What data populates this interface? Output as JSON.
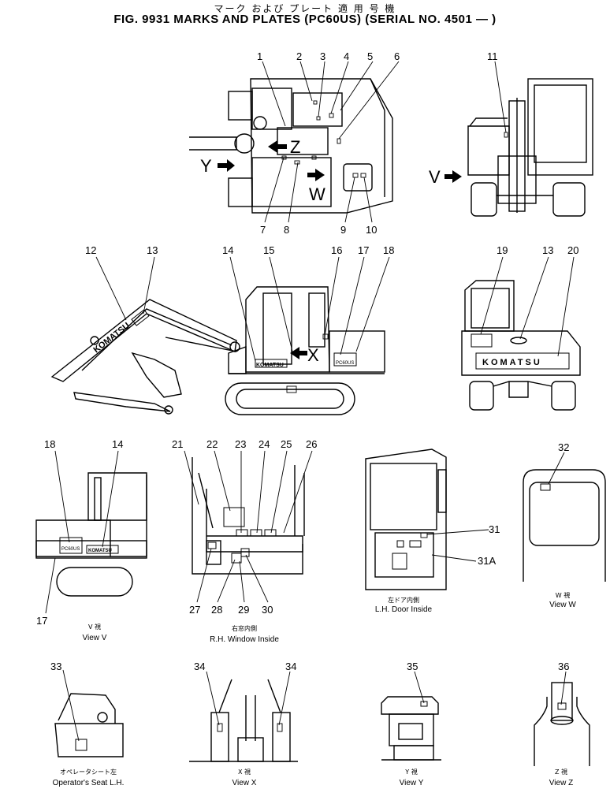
{
  "header": {
    "title_jp": "マーク および プレート          適 用 号 機",
    "title_en": "FIG. 9931  MARKS AND PLATES (PC60US) (SERIAL NO. 4501 — )"
  },
  "callouts": [
    "1",
    "2",
    "3",
    "4",
    "5",
    "6",
    "7",
    "8",
    "9",
    "10",
    "11",
    "12",
    "13",
    "14",
    "15",
    "16",
    "17",
    "18",
    "19",
    "13",
    "20",
    "18",
    "14",
    "17",
    "21",
    "22",
    "23",
    "24",
    "25",
    "26",
    "27",
    "28",
    "29",
    "30",
    "31",
    "31A",
    "32",
    "33",
    "34",
    "34",
    "35",
    "36"
  ],
  "view_letters": {
    "y": "Y",
    "z": "Z",
    "w": "W",
    "v": "V",
    "x": "X"
  },
  "brand": {
    "komatsu": "KOMATSU",
    "model": "PC60US"
  },
  "views": {
    "view_v": {
      "jp": "V 視",
      "en": "View V"
    },
    "rh_window": {
      "jp": "右窓内側",
      "en": "R.H. Window Inside"
    },
    "lh_door": {
      "jp": "左ドア内側",
      "en": "L.H. Door Inside"
    },
    "view_w": {
      "jp": "W 視",
      "en": "View W"
    },
    "seat": {
      "jp": "オペレータシート左",
      "en": "Operator's Seat L.H."
    },
    "view_x": {
      "jp": "X 視",
      "en": "View X"
    },
    "view_y": {
      "jp": "Y 視",
      "en": "View Y"
    },
    "view_z": {
      "jp": "Z 視",
      "en": "View Z"
    }
  }
}
